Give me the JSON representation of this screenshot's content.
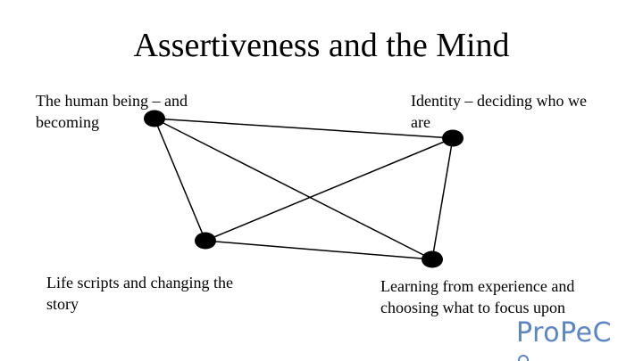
{
  "slide": {
    "title": "Assertiveness and the Mind"
  },
  "diagram": {
    "nodes": [
      {
        "id": "human",
        "label_lines": [
          "The human being – and",
          "becoming"
        ]
      },
      {
        "id": "identity",
        "label_lines": [
          "Identity – deciding who we",
          "are"
        ]
      },
      {
        "id": "scripts",
        "label_lines": [
          "Life scripts and changing the",
          "story"
        ]
      },
      {
        "id": "learning",
        "label_lines": [
          "Learning from experience and",
          "choosing what to focus upon"
        ]
      }
    ],
    "edges": [
      [
        "human",
        "identity"
      ],
      [
        "human",
        "scripts"
      ],
      [
        "human",
        "learning"
      ],
      [
        "identity",
        "scripts"
      ],
      [
        "identity",
        "learning"
      ],
      [
        "scripts",
        "learning"
      ]
    ],
    "node_color": "#000000",
    "edge_color": "#000000"
  },
  "logo": {
    "text": "ProPeC",
    "color": "#5a86c6",
    "icon": "copyright-icon"
  }
}
